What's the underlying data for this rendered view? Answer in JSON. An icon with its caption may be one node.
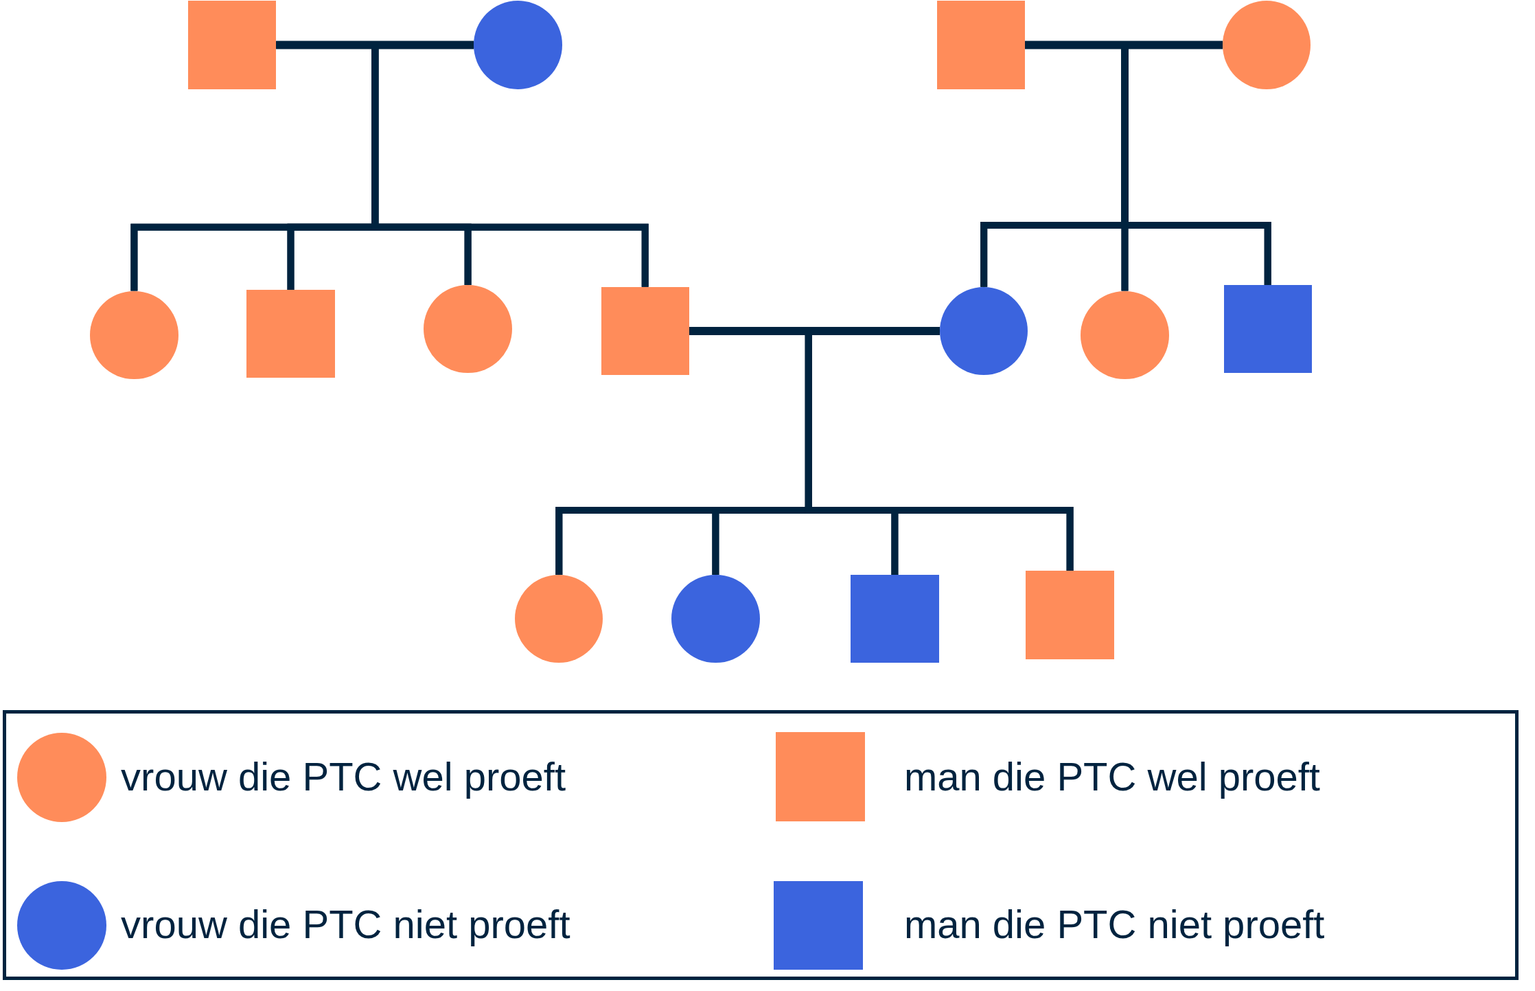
{
  "diagram": {
    "nodes": [
      {
        "text": [],
        "shape": "box"
      },
      {
        "text": [],
        "shape": "circle"
      },
      {
        "text": [],
        "shape": "box"
      },
      {
        "text": [],
        "shape": "circle"
      },
      {
        "text": [],
        "shape": "circle"
      },
      {
        "text": [],
        "shape": "box"
      },
      {
        "text": [],
        "shape": "circle"
      },
      {
        "text": [],
        "shape": "box"
      },
      {
        "text": [],
        "shape": "circle"
      },
      {
        "text": [],
        "shape": "circle"
      },
      {
        "text": [],
        "shape": "box"
      },
      {
        "text": [],
        "shape": "circle"
      },
      {
        "text": [],
        "shape": "circle"
      },
      {
        "text": [],
        "shape": "box"
      },
      {
        "text": [],
        "shape": "box"
      }
    ],
    "edges": [
      {
        "from": 0,
        "to": 1,
        "arrow": "none"
      },
      {
        "from": 0,
        "to": 4,
        "arrow": "none"
      },
      {
        "from": 0,
        "to": 5,
        "arrow": "none"
      },
      {
        "from": 0,
        "to": 6,
        "arrow": "none"
      },
      {
        "from": 0,
        "to": 7,
        "arrow": "none"
      },
      {
        "from": 1,
        "to": 4,
        "arrow": "none"
      },
      {
        "from": 1,
        "to": 5,
        "arrow": "none"
      },
      {
        "from": 1,
        "to": 6,
        "arrow": "none"
      },
      {
        "from": 1,
        "to": 7,
        "arrow": "none"
      },
      {
        "from": 2,
        "to": 3,
        "arrow": "none"
      },
      {
        "from": 2,
        "to": 8,
        "arrow": "none"
      },
      {
        "from": 2,
        "to": 9,
        "arrow": "none"
      },
      {
        "from": 2,
        "to": 10,
        "arrow": "none"
      },
      {
        "from": 3,
        "to": 8,
        "arrow": "none"
      },
      {
        "from": 3,
        "to": 9,
        "arrow": "none"
      },
      {
        "from": 3,
        "to": 10,
        "arrow": "none"
      },
      {
        "from": 7,
        "to": 8,
        "arrow": "none"
      },
      {
        "from": 7,
        "to": 11,
        "arrow": "none"
      },
      {
        "from": 7,
        "to": 12,
        "arrow": "none"
      },
      {
        "from": 7,
        "to": 13,
        "arrow": "none"
      },
      {
        "from": 7,
        "to": 14,
        "arrow": "none"
      },
      {
        "from": 8,
        "to": 11,
        "arrow": "none"
      },
      {
        "from": 8,
        "to": 12,
        "arrow": "none"
      },
      {
        "from": 8,
        "to": 13,
        "arrow": "none"
      },
      {
        "from": 8,
        "to": 14,
        "arrow": "none"
      }
    ],
    "legend": [
      {
        "text": "vrouw die PTC wel proeft",
        "color": "#ff8c5a"
      },
      {
        "text": "man die PTC wel proeft",
        "color": "#ff8c5a"
      },
      {
        "text": "vrouw die PTC niet proeft",
        "color": "#3b64de"
      },
      {
        "text": "man die PTC niet proeft",
        "color": "#3b64de"
      }
    ]
  }
}
